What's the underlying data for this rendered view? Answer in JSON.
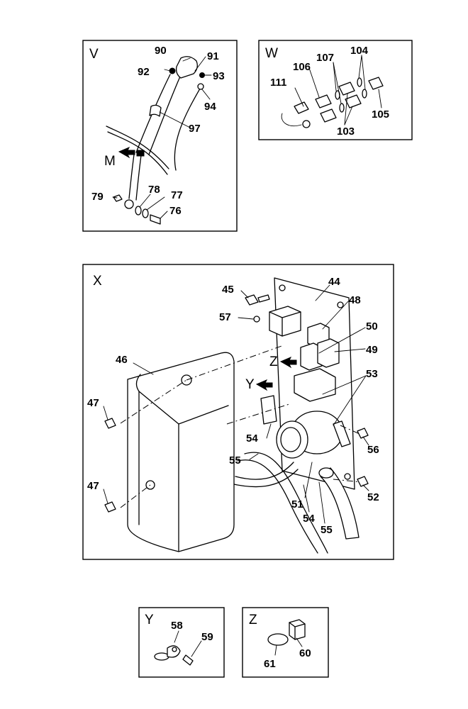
{
  "panels": {
    "V": {
      "label": "V",
      "callouts": [
        "90",
        "91",
        "92",
        "93",
        "94",
        "97",
        "M",
        "79",
        "78",
        "77",
        "76"
      ]
    },
    "W": {
      "label": "W",
      "callouts": [
        "104",
        "107",
        "106",
        "111",
        "105",
        "103"
      ]
    },
    "X": {
      "label": "X",
      "callouts": [
        "44",
        "45",
        "48",
        "57",
        "50",
        "49",
        "Z",
        "46",
        "53",
        "Y",
        "47",
        "56",
        "54",
        "55",
        "47",
        "52",
        "51",
        "54",
        "55"
      ]
    },
    "Y": {
      "label": "Y",
      "callouts": [
        "58",
        "59"
      ]
    },
    "Z": {
      "label": "Z",
      "callouts": [
        "60",
        "61"
      ]
    }
  }
}
